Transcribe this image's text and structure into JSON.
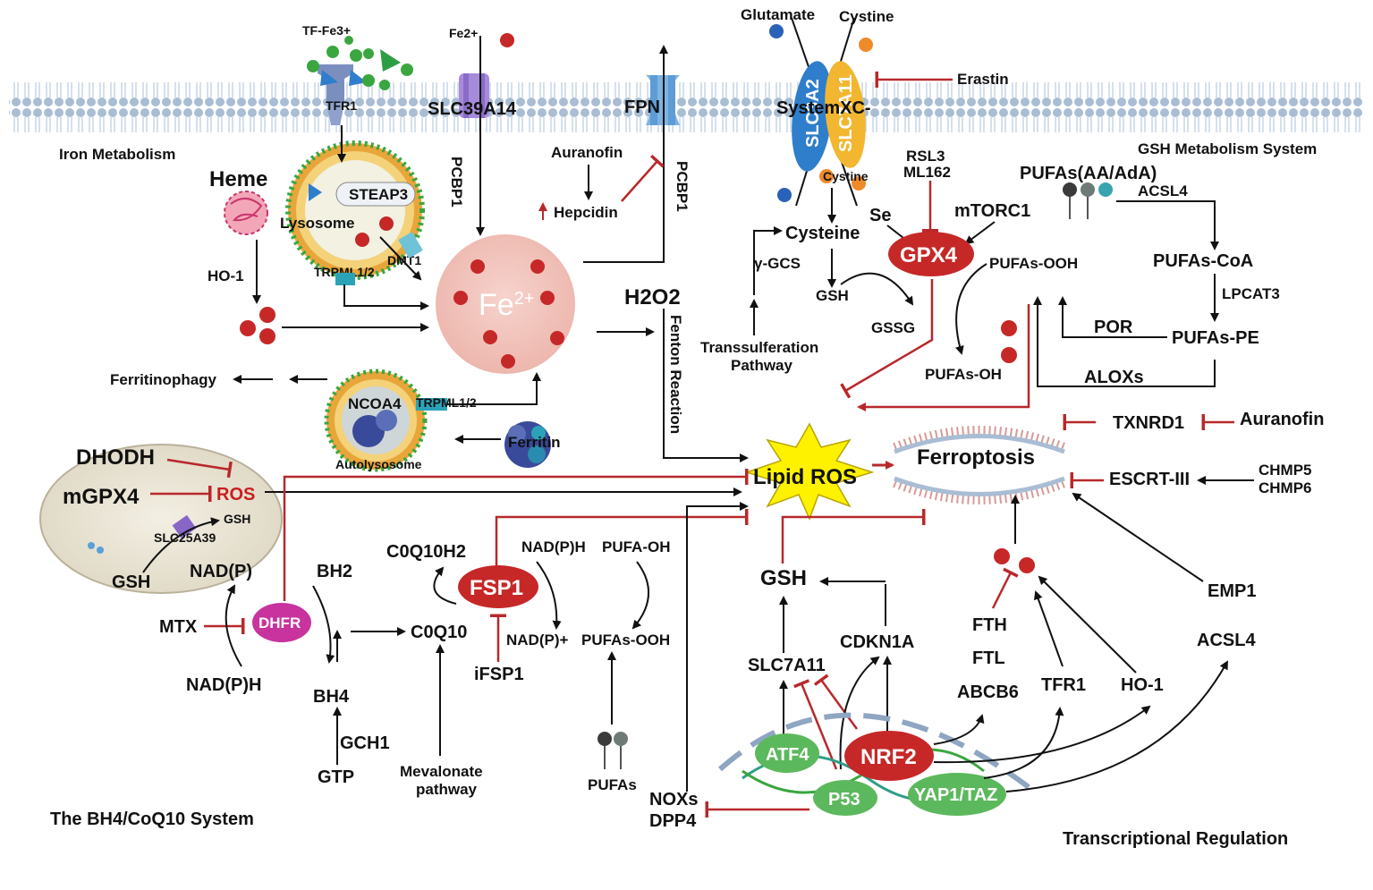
{
  "labels": {
    "tf_fe3": "TF-Fe3+",
    "fe2_top": "Fe2+",
    "glutamate": "Glutamate",
    "cystine_top": "Cystine",
    "erastin": "Erastin",
    "tfr1_mem": "TFR1",
    "slc39a14": "SLC39A14",
    "fpn": "FPN",
    "systemxc": "SystemXC-",
    "slc3a2": "SLC3A2",
    "slc7a11_mem": "SLC7A11",
    "iron_metabolism": "Iron Metabolism",
    "gsh_metabolism_system": "GSH Metabolism System",
    "heme": "Heme",
    "steap3": "STEAP3",
    "lysosome": "Lysosome",
    "dmt1": "DMT1",
    "trpml12_a": "TRPML1/2",
    "pcbp1_a": "PCBP1",
    "pcbp1_b": "PCBP1",
    "auranofin_a": "Auranofin",
    "hepcidin": "Hepcidin",
    "fe2_pool": "Fe",
    "fe2_pool_sup": "2+",
    "fe_dot": "Fe2+",
    "ho1_a": "HO-1",
    "ferritinophagy": "Ferritinophagy",
    "ncoa4": "NCOA4",
    "trpml12_b": "TRPML1/2",
    "ferritin": "Ferritin",
    "autolysosome": "Autolysosome",
    "h2o2": "H2O2",
    "fenton": "Fenton Reaction",
    "cystine_in": "Cystine",
    "rsl3": "RSL3",
    "ml162": "ML162",
    "se": "Se",
    "mtorc1": "mTORC1",
    "gpx4": "GPX4",
    "pufas_ooh_a": "PUFAs-OOH",
    "cysteine": "Cysteine",
    "ggcs": "γ-GCS",
    "gsh_a": "GSH",
    "gssg": "GSSG",
    "pufas_oh_a": "PUFAs-OH",
    "transsulfuration": "Transsulferation",
    "pathway": "Pathway",
    "pufas_aa": "PUFAs(AA/AdA)",
    "acsl4_a": "ACSL4",
    "pufas_coa": "PUFAs-CoA",
    "lpcat3": "LPCAT3",
    "por": "POR",
    "pufas_pe": "PUFAs-PE",
    "aloxs": "ALOXs",
    "txnrd1": "TXNRD1",
    "auranofin_b": "Auranofin",
    "escrt": "ESCRT-III",
    "chmp5": "CHMP5",
    "chmp6": "CHMP6",
    "lipid_ros": "Lipid ROS",
    "ferroptosis": "Ferroptosis",
    "dhodh": "DHODH",
    "mgpx4": "mGPX4",
    "ros": "ROS",
    "gsh_mito": "GSH",
    "slc25a39": "SLC25A39",
    "gsh_b": "GSH",
    "nadp": "NAD(P)",
    "bh2": "BH2",
    "mtx": "MTX",
    "dhfr": "DHFR",
    "nadph_a": "NAD(P)H",
    "bh4": "BH4",
    "gch1": "GCH1",
    "gtp": "GTP",
    "coq10h2": "C0Q10H2",
    "fsp1": "FSP1",
    "nadph_b": "NAD(P)H",
    "pufa_oh": "PUFA-OH",
    "coq10": "C0Q10",
    "nadp_plus": "NAD(P)+",
    "pufas_ooh_b": "PUFAs-OOH",
    "ifsp1": "iFSP1",
    "mevalonate": "Mevalonate",
    "pathway_b": "pathway",
    "pufas_b": "PUFAs",
    "bh4_system": "The BH4/CoQ10 System",
    "nox": "NOXs",
    "dpp4": "DPP4",
    "gsh_c": "GSH",
    "slc7a11": "SLC7A11",
    "cdkn1a": "CDKN1A",
    "fth": "FTH",
    "ftl": "FTL",
    "abcb6": "ABCB6",
    "tfr1": "TFR1",
    "ho1_b": "HO-1",
    "emp1": "EMP1",
    "acsl4_b": "ACSL4",
    "atf4": "ATF4",
    "nrf2": "NRF2",
    "p53": "P53",
    "yap": "YAP1/TAZ",
    "transcriptional": "Transcriptional Regulation"
  },
  "colors": {
    "inhibit": "#b8282b",
    "gpx4": "#c62828",
    "fsp1": "#c62828",
    "nrf2": "#c62828",
    "dhfr": "#c8339e",
    "green_tf": "#3aa63f",
    "membrane": "#a9bdd4",
    "fe_pool": "#f1c6bf"
  }
}
